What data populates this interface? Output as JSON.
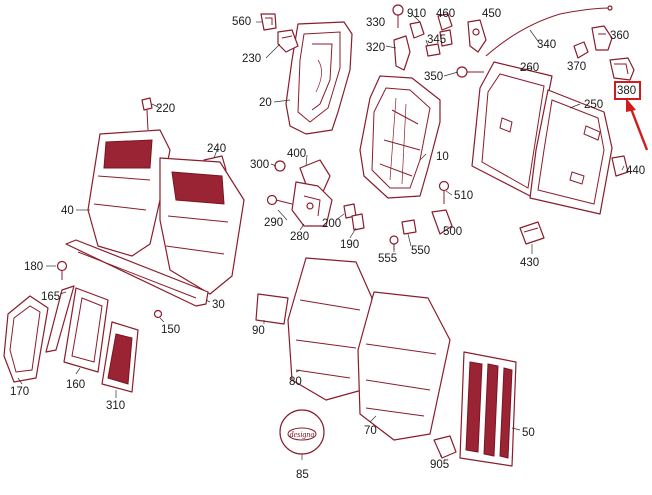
{
  "callouts": {
    "c560": "560",
    "c230": "230",
    "c20": "20",
    "c910": "910",
    "c460": "460",
    "c450": "450",
    "c330": "330",
    "c320": "320",
    "c345": "345",
    "c350": "350",
    "c340": "340",
    "c370": "370",
    "c360": "360",
    "c260": "260",
    "c380": "380",
    "c250": "250",
    "c220": "220",
    "c240": "240",
    "c400": "400",
    "c300": "300",
    "c10": "10",
    "c440": "440",
    "c510": "510",
    "c290": "290",
    "c280": "280",
    "c200": "200",
    "c190": "190",
    "c555": "555",
    "c550": "550",
    "c500": "500",
    "c430": "430",
    "c40": "40",
    "c180": "180",
    "c165": "165",
    "c30": "30",
    "c150": "150",
    "c90": "90",
    "c80": "80",
    "c170": "170",
    "c160": "160",
    "c310": "310",
    "c70": "70",
    "c50": "50",
    "c905": "905",
    "c85": "85"
  },
  "badge_text": "designo",
  "highlight": {
    "part": "380",
    "color": "#d01c1c"
  },
  "colors": {
    "line": "#8a1d2c",
    "fill_dark": "#9a2433",
    "text": "#1a1a1a"
  }
}
